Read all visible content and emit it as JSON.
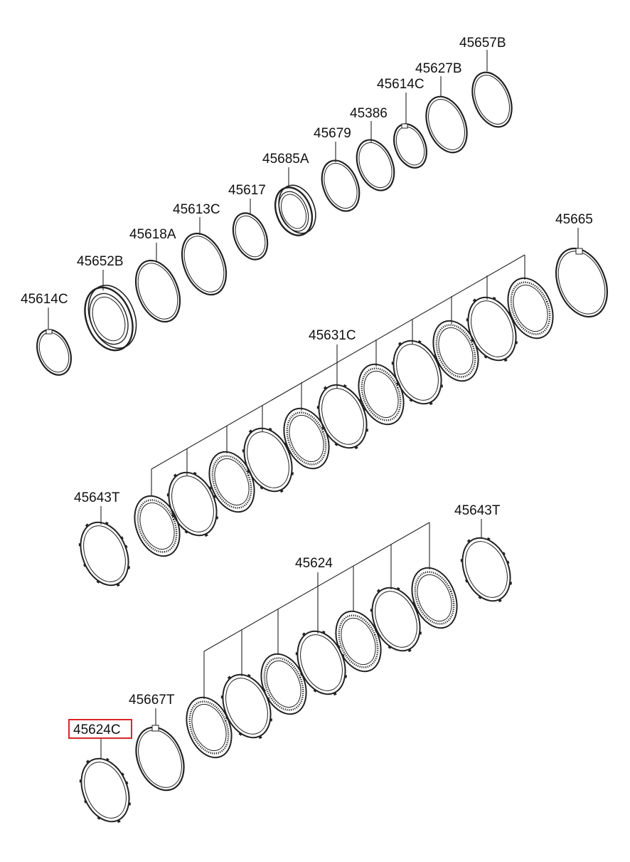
{
  "parts": [
    {
      "id": "p45657B",
      "label": "45657B"
    },
    {
      "id": "p45627B",
      "label": "45627B"
    },
    {
      "id": "p45614C_top",
      "label": "45614C"
    },
    {
      "id": "p45386",
      "label": "45386"
    },
    {
      "id": "p45679",
      "label": "45679"
    },
    {
      "id": "p45685A",
      "label": "45685A"
    },
    {
      "id": "p45617",
      "label": "45617"
    },
    {
      "id": "p45613C",
      "label": "45613C"
    },
    {
      "id": "p45618A",
      "label": "45618A"
    },
    {
      "id": "p45652B",
      "label": "45652B"
    },
    {
      "id": "p45614C_left",
      "label": "45614C"
    },
    {
      "id": "p45665",
      "label": "45665"
    },
    {
      "id": "p45631C",
      "label": "45631C"
    },
    {
      "id": "p45643T_left",
      "label": "45643T"
    },
    {
      "id": "p45643T_right",
      "label": "45643T"
    },
    {
      "id": "p45624",
      "label": "45624"
    },
    {
      "id": "p45667T",
      "label": "45667T"
    },
    {
      "id": "p45624C",
      "label": "45624C",
      "highlighted": true
    }
  ],
  "colors": {
    "line": "#222222",
    "highlight": "#d9262a"
  }
}
